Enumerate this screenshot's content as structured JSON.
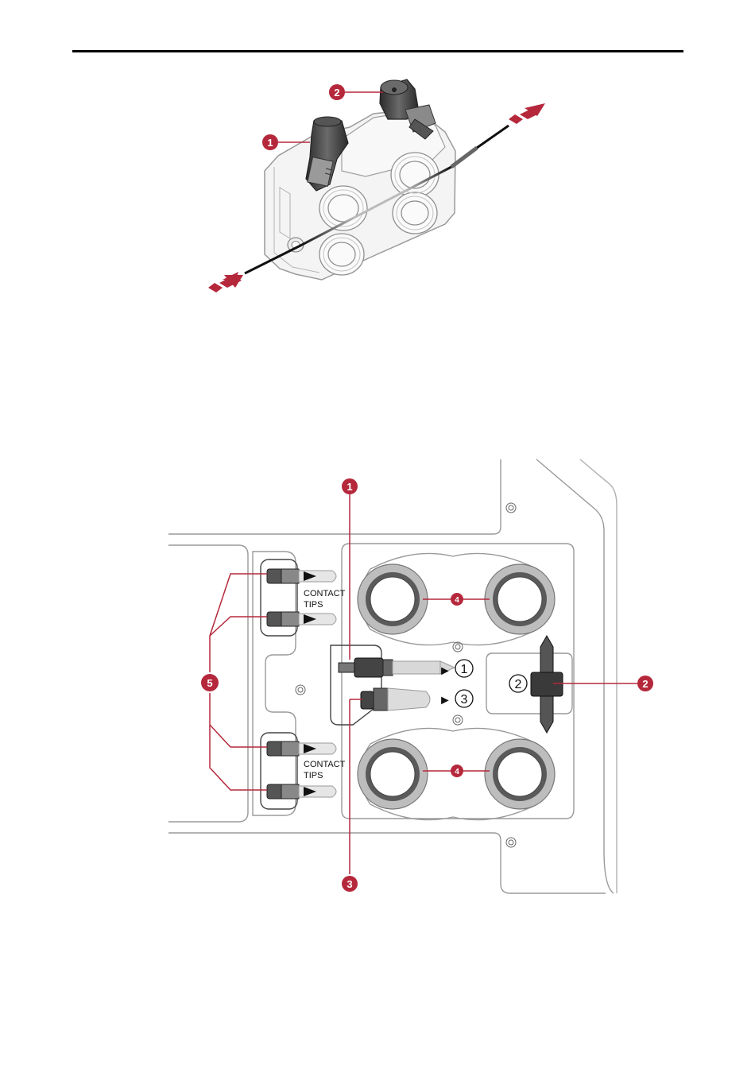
{
  "colors": {
    "accent": "#b5283b",
    "line": "#9a9a9a",
    "dark": "#3a3a3a"
  },
  "figure1": {
    "callouts": [
      "1",
      "2"
    ]
  },
  "figure2": {
    "callouts": [
      "1",
      "2",
      "3",
      "4",
      "4",
      "5"
    ],
    "contact_tips_label_top": [
      "CONTACT",
      "TIPS"
    ],
    "contact_tips_label_bottom": [
      "CONTACT",
      "TIPS"
    ],
    "slot_markers": [
      "①",
      "②",
      "③"
    ],
    "arrow_glyph": "►"
  }
}
